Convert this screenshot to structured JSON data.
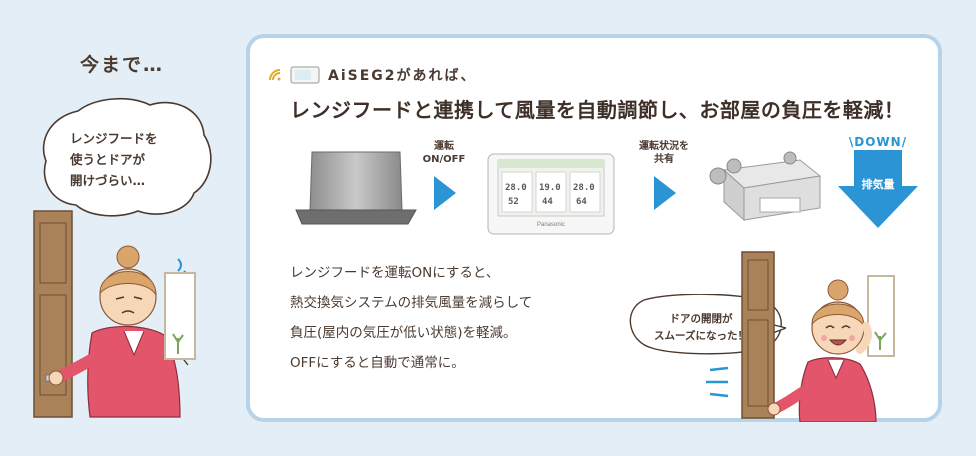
{
  "before": {
    "title": "今まで…",
    "bubble_lines": [
      "レンジフードを",
      "使うとドアが",
      "開けづらい…"
    ]
  },
  "panel": {
    "aiseg_label": "AiSEG2があれば、",
    "headline": "レンジフードと連携して風量を自動調節し、お部屋の負圧を軽減！",
    "step1_lines": [
      "運転",
      "ON/OFF"
    ],
    "step2_lines": [
      "運転状況を",
      "共有"
    ],
    "screen_values": [
      "28.0",
      "19.0",
      "28.0",
      "52",
      "44",
      "64"
    ],
    "screen_brand": "Panasonic",
    "down_label": "DOWN",
    "exhaust_label": "排気量",
    "body_lines": [
      "レンジフードを運転ONにすると、",
      "熱交換気システムの排気風量を減らして",
      "負圧(屋内の気圧が低い状態)を軽減。",
      "OFFにすると自動で通常に。"
    ],
    "after_bubble_lines": [
      "ドアの開閉が",
      "スムーズになった！"
    ]
  },
  "colors": {
    "background": "#e3eef7",
    "panel_border": "#b7d3ea",
    "arrow_blue": "#2a94d4",
    "door_brown": "#a9825a",
    "shirt_pink": "#e2556a",
    "text_brown": "#4a3a30"
  }
}
